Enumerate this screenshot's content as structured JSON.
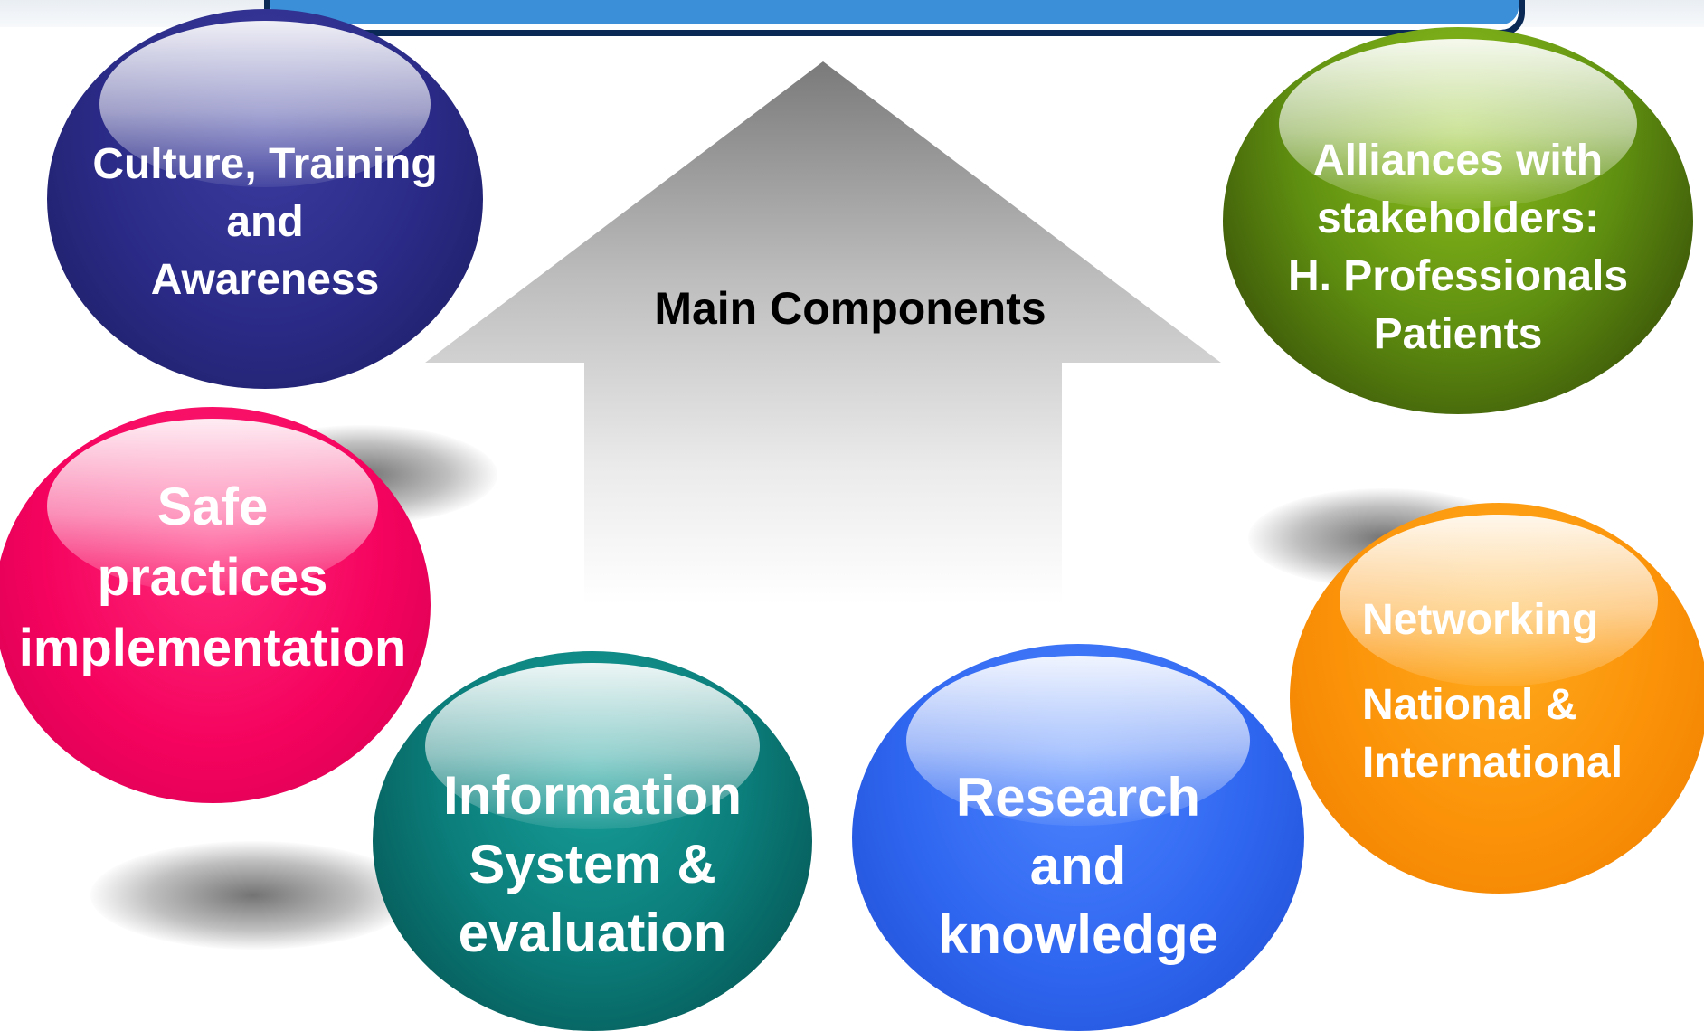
{
  "center": {
    "label": "Main Components"
  },
  "components": [
    {
      "id": "culture",
      "lines": [
        "Culture, Training",
        "and",
        "Awareness"
      ],
      "color": "#2a2a86"
    },
    {
      "id": "alliances",
      "lines": [
        "Alliances with",
        "stakeholders:",
        "H. Professionals",
        "Patients"
      ],
      "color": "#5f8f10"
    },
    {
      "id": "safe",
      "lines": [
        "Safe",
        "practices",
        "implementation"
      ],
      "color": "#f5035e"
    },
    {
      "id": "information",
      "lines": [
        "Information",
        "System &",
        "evaluation"
      ],
      "color": "#0b7d7a"
    },
    {
      "id": "research",
      "lines": [
        "Research",
        "and",
        "knowledge"
      ],
      "color": "#2f66f0"
    },
    {
      "id": "networking",
      "lines": [
        "Networking",
        "National &",
        "International"
      ],
      "color": "#fb9208"
    }
  ]
}
